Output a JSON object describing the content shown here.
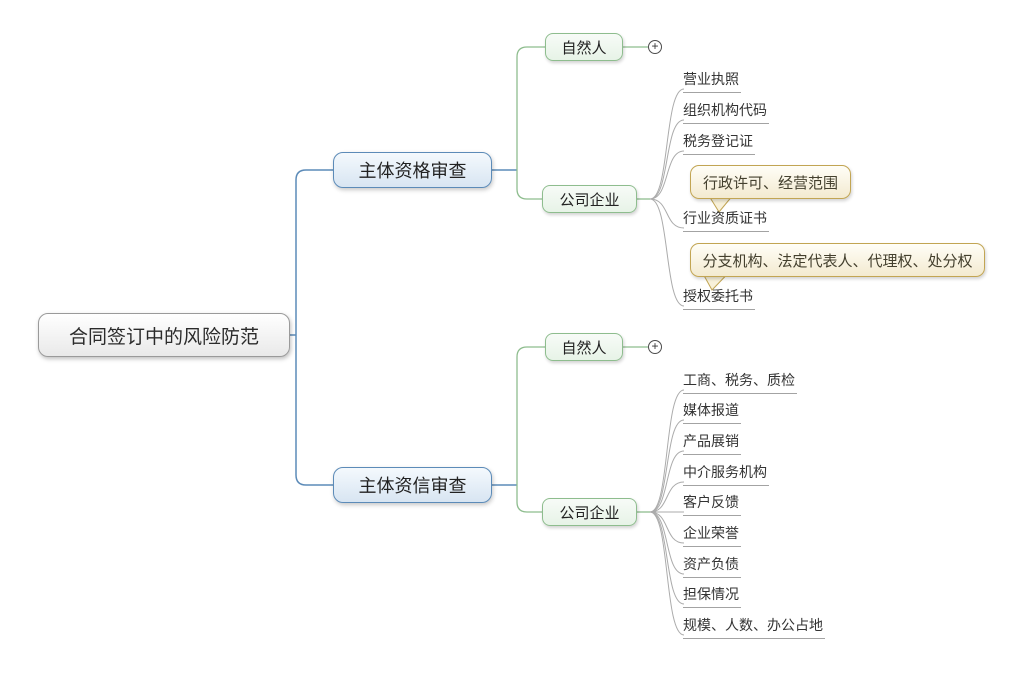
{
  "diagram_type": "mindmap",
  "root": {
    "label": "合同签订中的风险防范"
  },
  "branch1": {
    "label": "主体资格审查",
    "natural_person": {
      "label": "自然人"
    },
    "company": {
      "label": "公司企业",
      "leaves": [
        {
          "label": "营业执照"
        },
        {
          "label": "组织机构代码"
        },
        {
          "label": "税务登记证"
        },
        {
          "label": "行业资质证书",
          "callout": "行政许可、经营范围"
        },
        {
          "label": "授权委托书",
          "callout": "分支机构、法定代表人、代理权、处分权"
        }
      ]
    }
  },
  "branch2": {
    "label": "主体资信审查",
    "natural_person": {
      "label": "自然人"
    },
    "company": {
      "label": "公司企业",
      "leaves": [
        {
          "label": "工商、税务、质检"
        },
        {
          "label": "媒体报道"
        },
        {
          "label": "产品展销"
        },
        {
          "label": "中介服务机构"
        },
        {
          "label": "客户反馈"
        },
        {
          "label": "企业荣誉"
        },
        {
          "label": "资产负债"
        },
        {
          "label": "担保情况"
        },
        {
          "label": "规模、人数、办公占地"
        }
      ]
    }
  },
  "icons": {
    "expand": "+"
  },
  "colors": {
    "root_border": "#9a9a9a",
    "branch_border": "#5c8bb8",
    "child_border": "#8ebd8e",
    "callout_border": "#c2a553",
    "branch_connector": "#5c8bb8",
    "child_connector": "#8ebd8e",
    "leaf_connector": "#ababab",
    "background": "#ffffff"
  }
}
